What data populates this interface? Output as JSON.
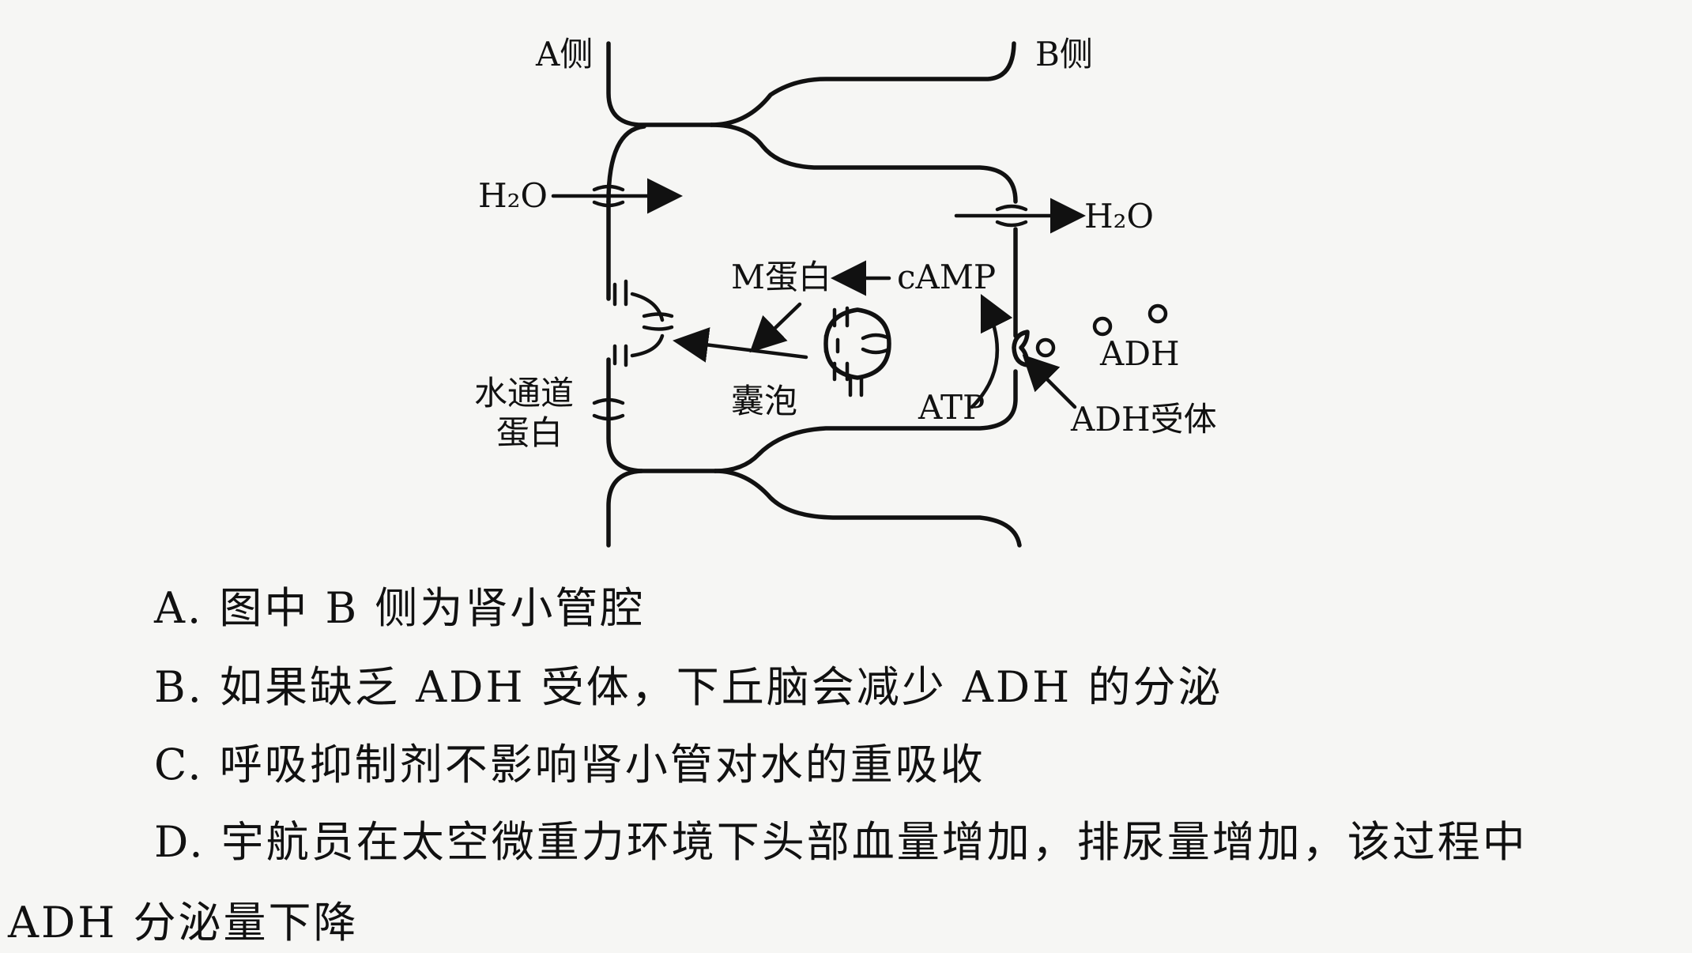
{
  "diagram": {
    "labels": {
      "side_a": "A侧",
      "side_b": "B侧",
      "h2o_left": "H₂O",
      "h2o_right": "H₂O",
      "m_protein": "M蛋白",
      "camp": "cAMP",
      "adh": "ADH",
      "aquaporin_line1": "水通道",
      "aquaporin_line2": "蛋白",
      "vesicle": "囊泡",
      "atp": "ATP",
      "adh_receptor": "ADH受体"
    }
  },
  "options": {
    "a": "A. 图中 B 侧为肾小管腔",
    "b": "B. 如果缺乏 ADH 受体，下丘脑会减少 ADH 的分泌",
    "c": "C. 呼吸抑制剂不影响肾小管对水的重吸收",
    "d_line1": "D. 宇航员在太空微重力环境下头部血量增加，排尿量增加，该过程中",
    "d_line2": "ADH 分泌量下降"
  }
}
